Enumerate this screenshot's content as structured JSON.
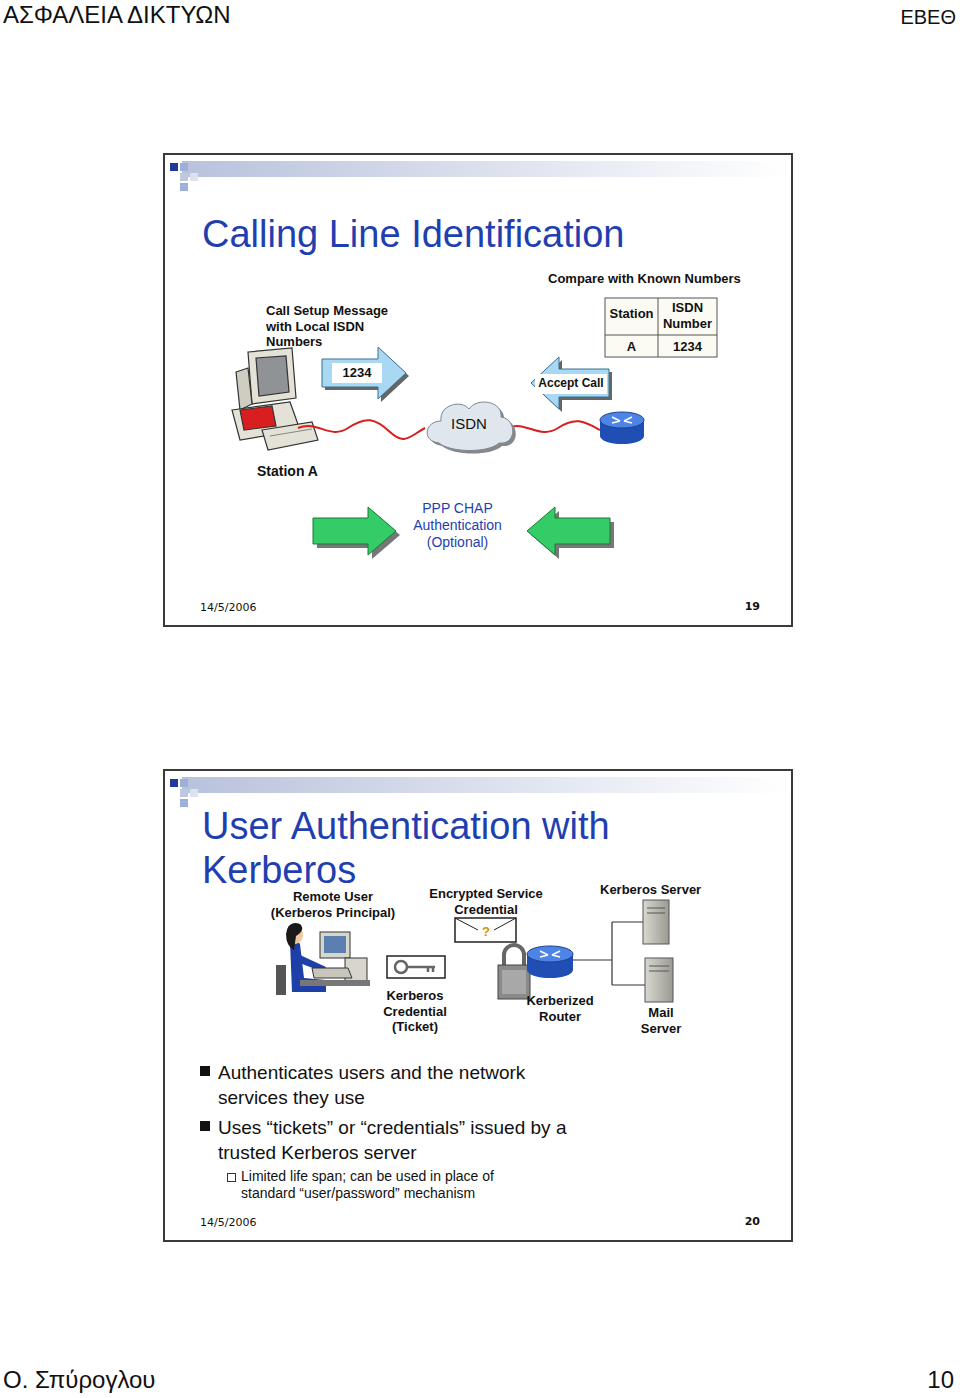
{
  "diagram": {
    "nodes": [
      {
        "text": [
          "Calling Line Identification"
        ]
      },
      {
        "text": [
          "1234"
        ],
        "in": 0
      },
      {
        "text": [
          "Accept Call"
        ],
        "in": 0
      },
      {
        "text": [
          "ISDN"
        ],
        "in": 0
      },
      {
        "text": [
          "User Authentication with Kerberos"
        ]
      }
    ],
    "labels": [
      "ΑΣΦΑΛΕΙΑ ΔΙΚΤΥΩΝ",
      "ΕΒΕΘ",
      "Call Setup Message with Local ISDN Numbers",
      "Compare with Known Numbers",
      "Station",
      "ISDN Number",
      "A",
      "1234",
      "Station A",
      "PPP CHAP Authentication (Optional)",
      "14/5/2006",
      "19",
      "Remote User (Kerberos Principal)",
      "Encrypted Service Credential",
      "?",
      "Kerberos Server",
      "Kerberos Credential (Ticket)",
      "Kerberized Router",
      "Mail Server",
      "Authenticates users and the network services they use",
      "Uses “tickets” or “credentials” issued by a trusted Kerberos server",
      "Limited life span; can be used in place of standard “user/password” mechanism",
      "14/5/2006",
      "20",
      "Ο. Σπύρογλου",
      "10"
    ]
  }
}
